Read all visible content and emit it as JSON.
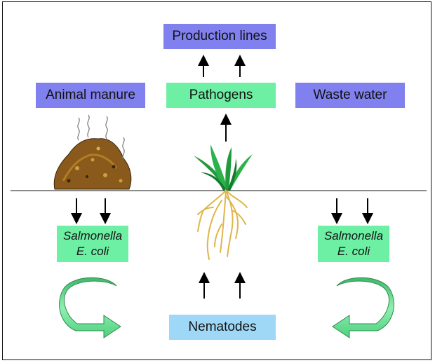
{
  "labels": {
    "production_lines": "Production lines",
    "animal_manure": "Animal manure",
    "pathogens": "Pathogens",
    "waste_water": "Waste water",
    "nematodes": "Nematodes"
  },
  "bacteria_left": {
    "line1": "Salmonella",
    "line2": "E. coli"
  },
  "bacteria_right": {
    "line1": "Salmonella",
    "line2": "E. coli"
  },
  "colors": {
    "purple_box": "#8080ee",
    "green_box": "#6ef0a4",
    "blue_box": "#9fd8f7",
    "cycle_arrow": "#6fe39b",
    "plant_leaves": "#1f9a3c",
    "roots": "#e0b54a",
    "manure": "#8a5a1c"
  },
  "icons": [
    "manure-pile-icon",
    "plant-icon",
    "cycle-arrow-left-icon",
    "cycle-arrow-right-icon"
  ]
}
